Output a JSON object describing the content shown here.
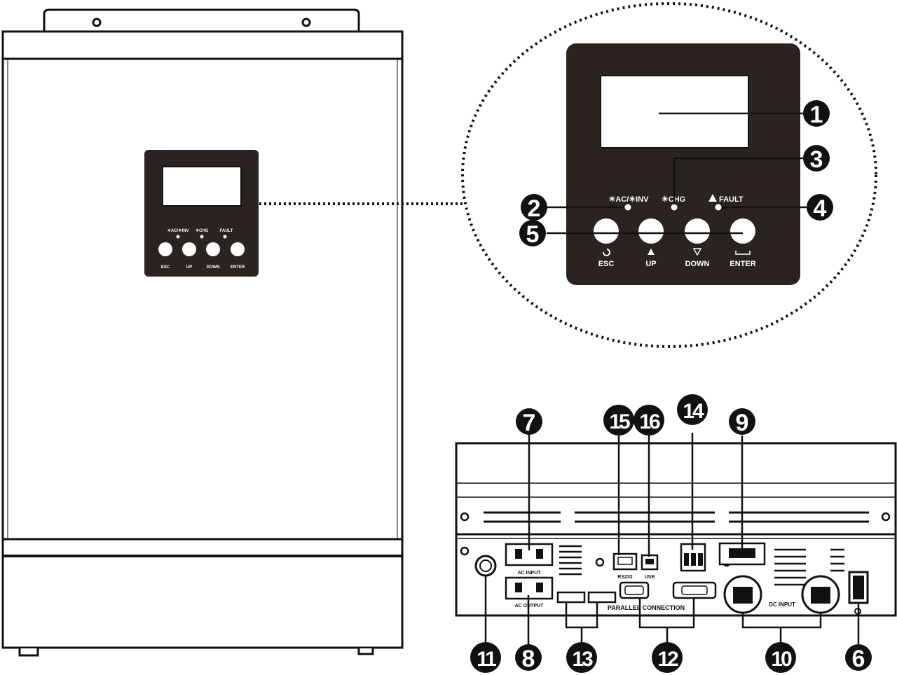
{
  "front_panel_small": {
    "led_labels": [
      "☀AC/☀INV",
      "☀CHG",
      "FAULT"
    ],
    "button_labels": [
      "ESC",
      "UP",
      "DOWN",
      "ENTER"
    ]
  },
  "front_panel_zoom": {
    "led_labels": [
      "☀AC/☀INV",
      "☀CHG",
      "FAULT"
    ],
    "button_labels": [
      "ESC",
      "UP",
      "DOWN",
      "ENTER"
    ]
  },
  "front_callouts": [
    "1",
    "2",
    "3",
    "4",
    "5"
  ],
  "rear_panel": {
    "labels": {
      "ac_input": "AC INPUT",
      "ac_output": "AC OUTPUT",
      "rs232": "RS232",
      "usb": "USB",
      "parallel_connection": "PARALLEL CONNECTION",
      "dc_input": "DC INPUT"
    }
  },
  "rear_callouts_top": [
    "7",
    "15",
    "16",
    "14",
    "9"
  ],
  "rear_callouts_bottom": [
    "11",
    "8",
    "13",
    "12",
    "10",
    "6"
  ]
}
